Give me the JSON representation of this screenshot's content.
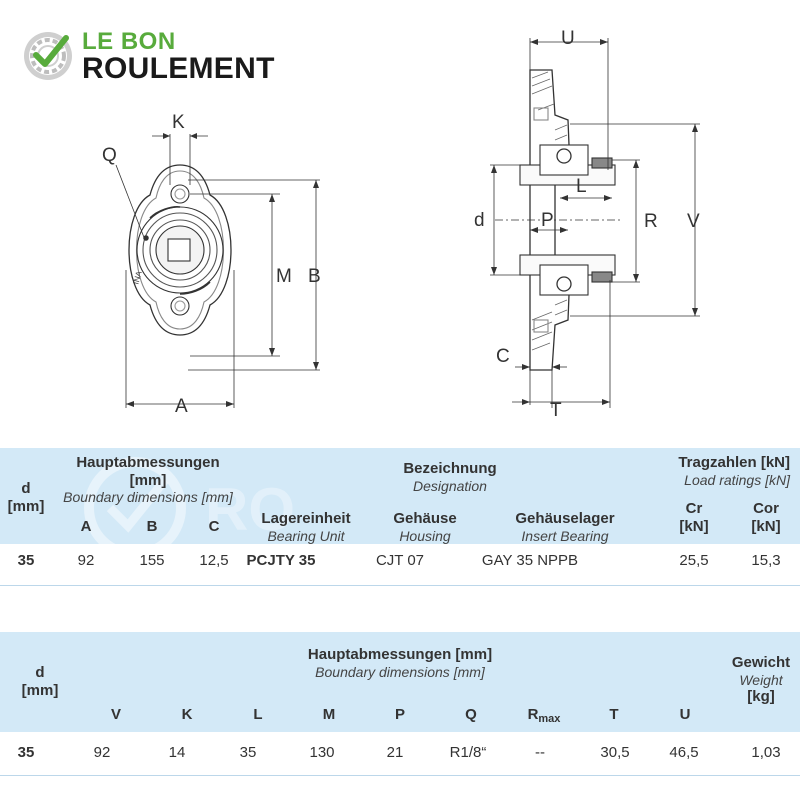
{
  "logo": {
    "line1": "LE BON",
    "line2": "ROULEMENT",
    "green": "#58ab3c",
    "dark": "#1a1a1a"
  },
  "drawing": {
    "front_labels": {
      "k": "K",
      "q": "Q",
      "m": "M",
      "b": "B",
      "a": "A"
    },
    "side_labels": {
      "u": "U",
      "d": "d",
      "l": "L",
      "p": "P",
      "r": "R",
      "v": "V",
      "c": "C",
      "t": "T"
    }
  },
  "colors": {
    "header_bg": "#d3e9f7",
    "line": "#333333"
  },
  "table1": {
    "headers": {
      "d": "d",
      "d_unit": "[mm]",
      "main_dims_de_1": "Hauptabmessungen",
      "main_dims_de_2": "[mm]",
      "main_dims_en": "Boundary dimensions [mm]",
      "a": "A",
      "b": "B",
      "c": "C",
      "designation_de": "Bezeichnung",
      "designation_en": "Designation",
      "unit_de": "Lagereinheit",
      "unit_en": "Bearing Unit",
      "housing_de": "Gehäuse",
      "housing_en": "Housing",
      "insert_de": "Gehäuselager",
      "insert_en": "Insert Bearing",
      "load_de": "Tragzahlen [kN]",
      "load_en": "Load ratings [kN]",
      "cr": "Cr",
      "cr_unit": "[kN]",
      "cor": "Cor",
      "cor_unit": "[kN]"
    },
    "row": {
      "d": "35",
      "a": "92",
      "b": "155",
      "c": "12,5",
      "unit": "PCJTY 35",
      "housing": "CJT 07",
      "insert": "GAY 35 NPPB",
      "cr": "25,5",
      "cor": "15,3"
    }
  },
  "table2": {
    "headers": {
      "d": "d",
      "d_unit": "[mm]",
      "main_dims_de": "Hauptabmessungen [mm]",
      "main_dims_en": "Boundary dimensions [mm]",
      "v": "V",
      "k": "K",
      "l": "L",
      "m": "M",
      "p": "P",
      "q": "Q",
      "r": "R",
      "r_sub": "max",
      "t": "T",
      "u": "U",
      "weight_de": "Gewicht",
      "weight_en": "Weight",
      "weight_unit": "[kg]"
    },
    "row": {
      "d": "35",
      "v": "92",
      "k": "14",
      "l": "35",
      "m": "130",
      "p": "21",
      "q": "R1/8“",
      "r": "--",
      "t": "30,5",
      "u": "46,5",
      "weight": "1,03"
    }
  }
}
